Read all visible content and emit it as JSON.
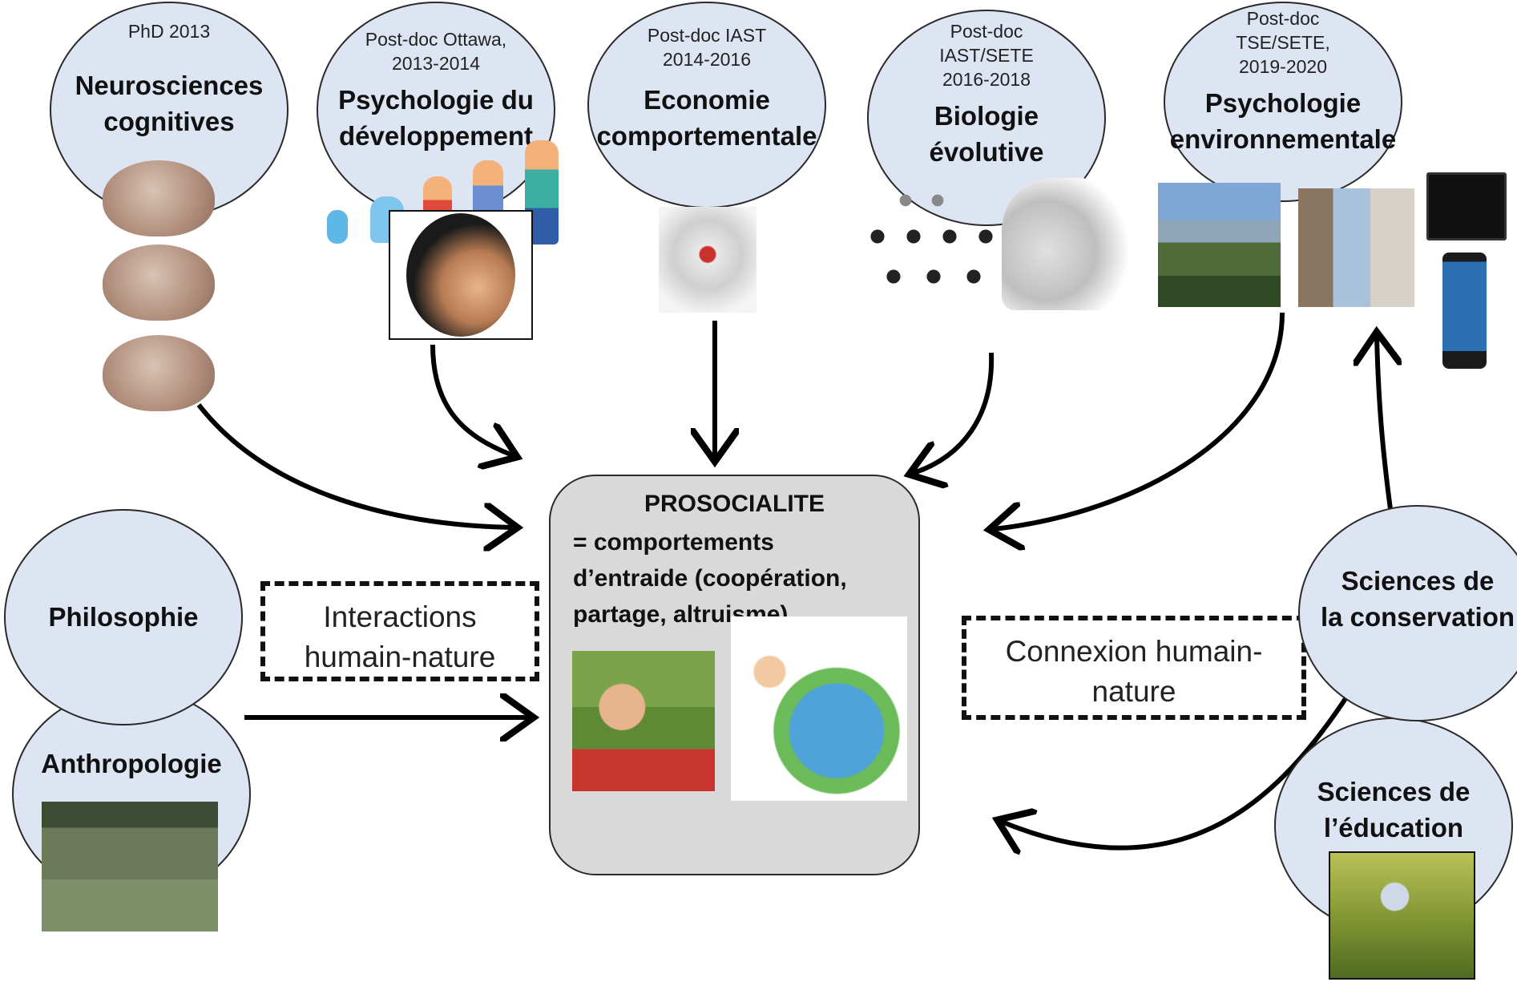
{
  "nodes": {
    "neuro": {
      "period": "PhD 2013",
      "title_line1": "Neurosciences",
      "title_line2": "cognitives"
    },
    "devpsy": {
      "period_line1": "Post-doc Ottawa,",
      "period_line2": "2013-2014",
      "title_line1": "Psychologie du",
      "title_line2": "développement"
    },
    "eco": {
      "period_line1": "Post-doc IAST",
      "period_line2": "2014-2016",
      "title_line1": "Economie",
      "title_line2": "comportementale"
    },
    "bio": {
      "period_line1": "Post-doc",
      "period_line2": "IAST/SETE",
      "period_line3": "2016-2018",
      "title_line1": "Biologie",
      "title_line2": "évolutive"
    },
    "envpsy": {
      "period_line1": "Post-doc",
      "period_line2": "TSE/SETE,",
      "period_line3": "2019-2020",
      "title_line1": "Psychologie",
      "title_line2": "environnementale"
    },
    "philo": {
      "title": "Philosophie"
    },
    "anthro": {
      "title": "Anthropologie"
    },
    "conservation": {
      "title_line1": "Sciences de",
      "title_line2": "la conservation"
    },
    "education": {
      "title_line1": "Sciences de",
      "title_line2": "l’éducation"
    }
  },
  "center": {
    "title": "PROSOCIALITE",
    "line1": "= comportements",
    "line2": "d’entraide (coopération,",
    "line3": "partage, altruisme)"
  },
  "boxes": {
    "left_line1": "Interactions",
    "left_line2": "humain-nature",
    "right_line1": "Connexion humain-",
    "right_line2": "nature"
  },
  "colors": {
    "circle_fill": "#dde5f3",
    "center_fill": "#d9d9d9",
    "arrow": "#000000"
  }
}
